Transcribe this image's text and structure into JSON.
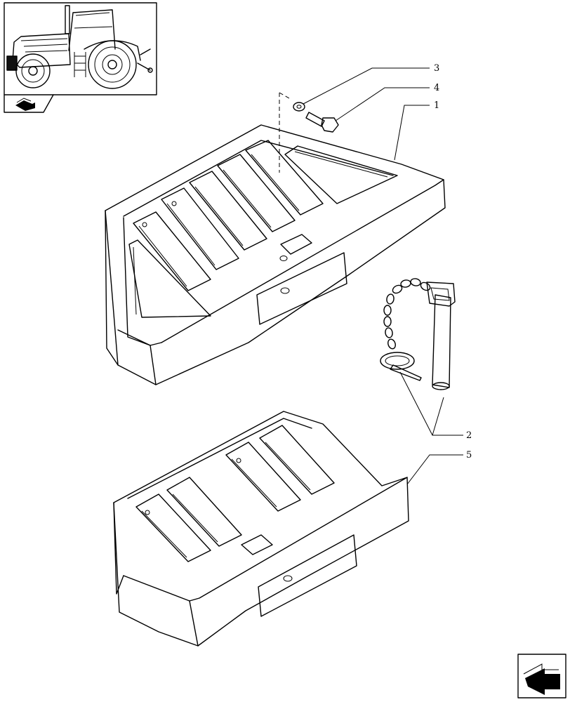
{
  "callouts": [
    {
      "id": "1",
      "label": "1"
    },
    {
      "id": "2",
      "label": "2"
    },
    {
      "id": "3",
      "label": "3"
    },
    {
      "id": "4",
      "label": "4"
    },
    {
      "id": "5",
      "label": "5"
    }
  ],
  "thumbnail": {
    "icon": "tractor-icon"
  },
  "icons": {
    "book": "book-icon",
    "nav": "next-arrow-icon"
  }
}
